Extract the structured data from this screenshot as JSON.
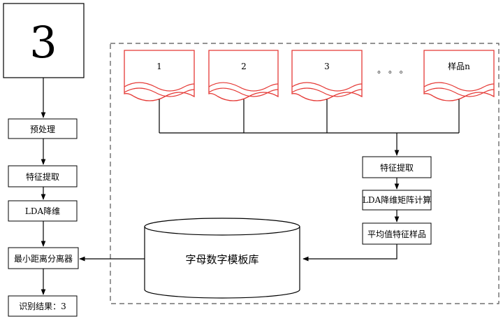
{
  "input_image": {
    "digit": "3"
  },
  "left_flow": {
    "steps": [
      "预处理",
      "特征提取",
      "LDA降维",
      "最小距离分离器",
      "识别结果：3"
    ]
  },
  "samples": [
    "1",
    "2",
    "3",
    "样品n"
  ],
  "ellipsis": "。  。  。",
  "right_flow": {
    "steps": [
      "特征提取",
      "LDA降维矩阵计算",
      "平均值特征样品"
    ]
  },
  "database": {
    "label": "字母数字模板库"
  },
  "colors": {
    "sample_stroke": "#e53935",
    "line": "#000000",
    "dashed_border": "#555555"
  }
}
